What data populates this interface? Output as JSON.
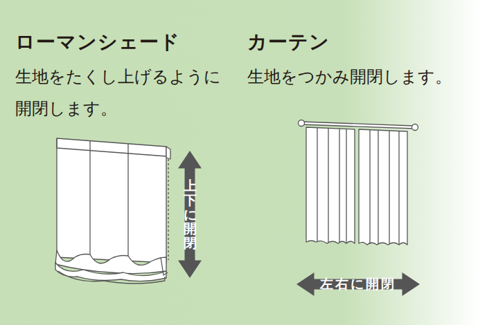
{
  "diagram": {
    "nodes": [
      {
        "text": [
          "上下に開閉"
        ]
      },
      {
        "text": [
          "左右に開閉"
        ]
      }
    ],
    "labels": [
      "ローマンシェード",
      "生地をたくし上げるように 開閉します。",
      "カーテン",
      "生地をつかみ開閉します。"
    ]
  }
}
